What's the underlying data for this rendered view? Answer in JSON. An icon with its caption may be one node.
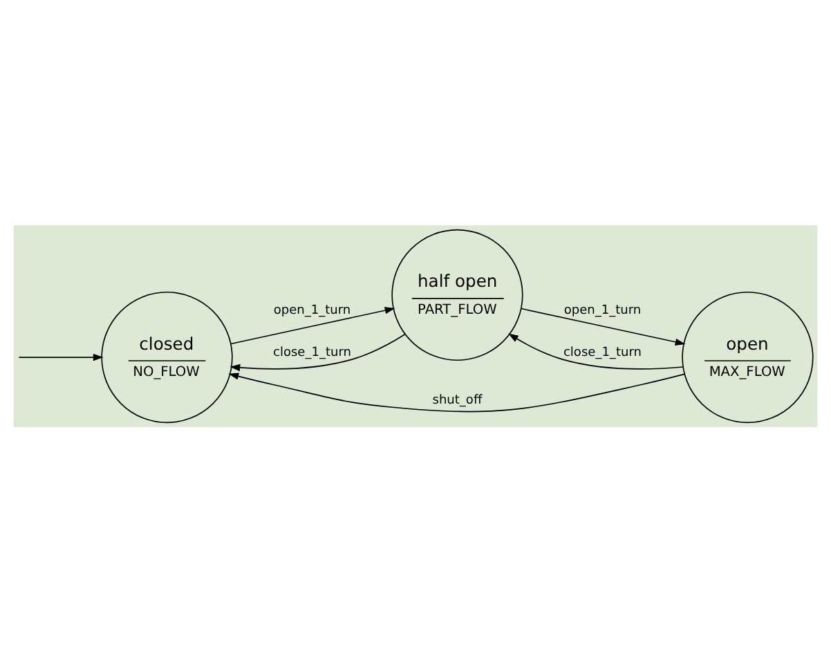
{
  "diagram": {
    "nodes": [
      {
        "text": [
          "closed",
          "NO_FLOW"
        ]
      },
      {
        "text": [
          "half open",
          "PART_FLOW"
        ]
      },
      {
        "text": [
          "open",
          "MAX_FLOW"
        ]
      }
    ],
    "edges": [
      {
        "from": null,
        "to": 0,
        "arrow": "to"
      },
      {
        "from": 0,
        "to": 1,
        "arrow": "to",
        "label": "open_1_turn"
      },
      {
        "from": 1,
        "to": 0,
        "arrow": "to",
        "label": "close_1_turn"
      },
      {
        "from": 1,
        "to": 2,
        "arrow": "to",
        "label": "open_1_turn"
      },
      {
        "from": 2,
        "to": 1,
        "arrow": "to",
        "label": "close_1_turn"
      },
      {
        "from": 2,
        "to": 0,
        "arrow": "to",
        "label": "shut_off"
      }
    ]
  }
}
